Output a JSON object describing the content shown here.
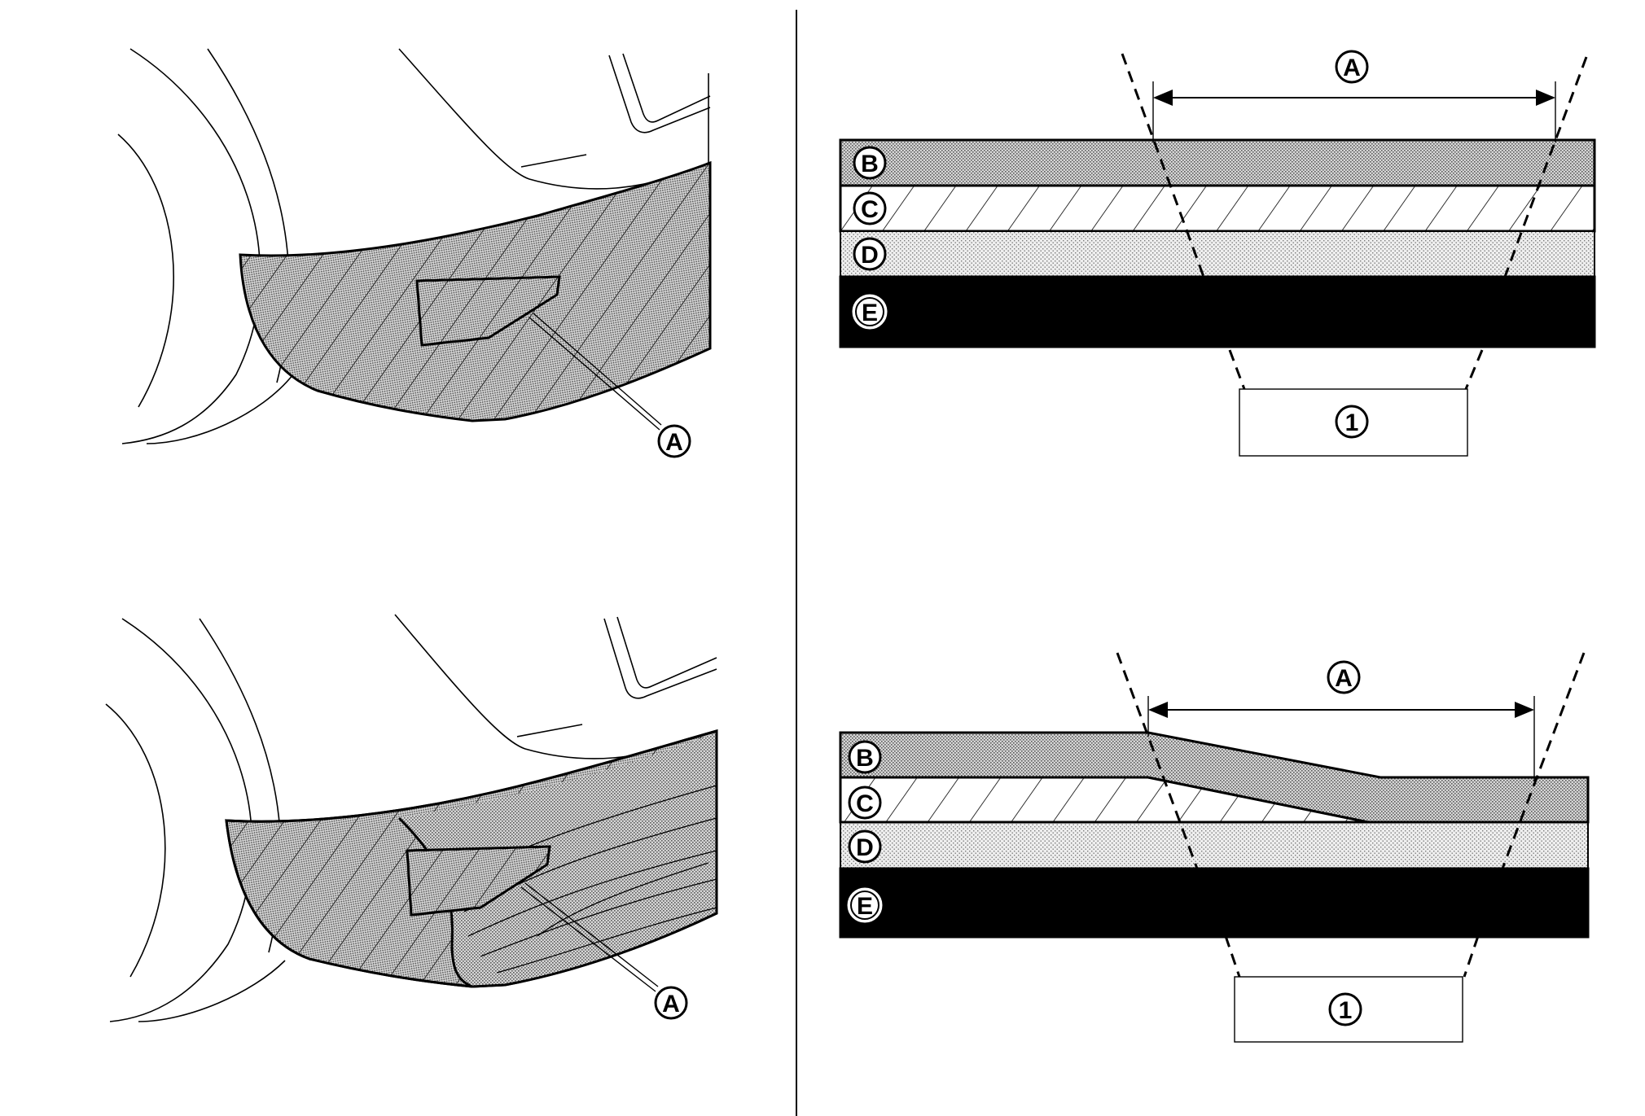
{
  "callouts": {
    "a": "A",
    "b": "B",
    "c": "C",
    "d": "D",
    "e": "E",
    "one": "1"
  },
  "colors": {
    "ink": "#000000",
    "stipple": "#c8c8c8",
    "stipple_light": "#e2e2e2",
    "layer_e": "#000000"
  }
}
